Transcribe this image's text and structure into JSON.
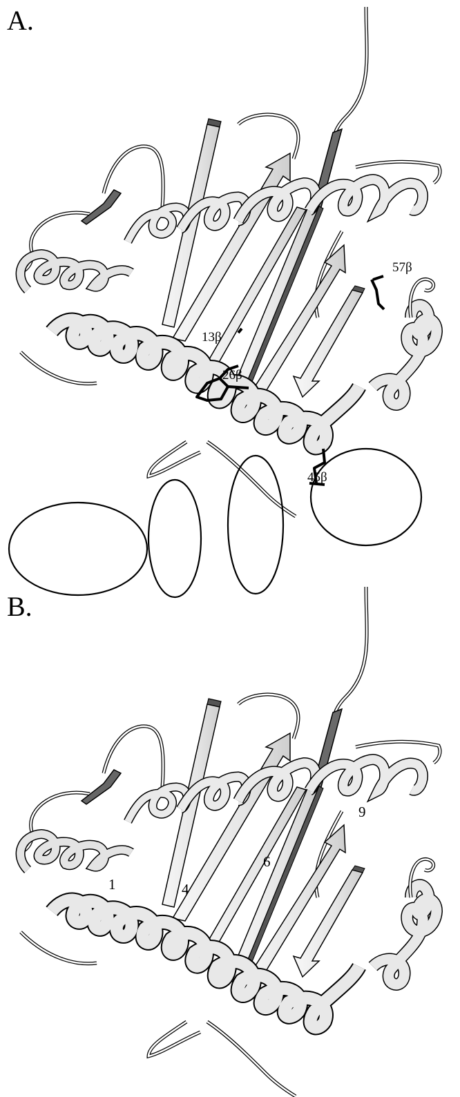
{
  "panels": [
    {
      "label": "A.",
      "residues": [
        "13β",
        "26β",
        "45β",
        "57β"
      ]
    },
    {
      "label": "B.",
      "regions": [
        "1",
        "4",
        "6",
        "9"
      ]
    }
  ],
  "colors": {
    "ribbon_light": "#eeeeee",
    "ribbon_dark": "#6a6a6a",
    "outline": "#000000"
  }
}
